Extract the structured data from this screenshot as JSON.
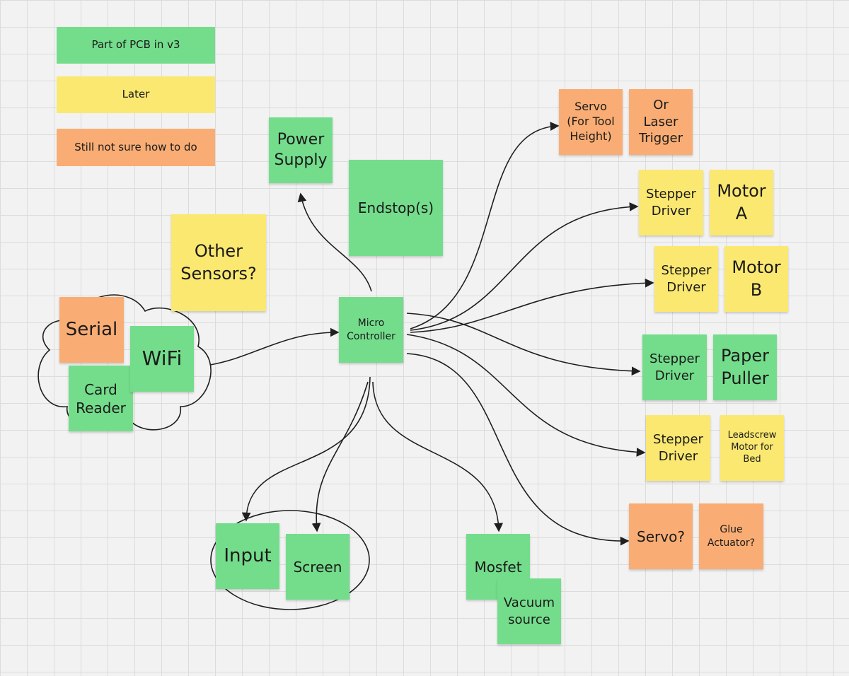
{
  "colors": {
    "green": "#74dd8c",
    "yellow": "#fbe871",
    "orange": "#f9ad74",
    "line": "#1f1f1f"
  },
  "legend": {
    "green": "Part of PCB in v3",
    "yellow": "Later",
    "orange": "Still not sure how to do"
  },
  "notes": {
    "power_supply": "Power\nSupply",
    "endstops": "Endstop(s)",
    "other_sensors": "Other\nSensors?",
    "micro_controller": "Micro\nController",
    "serial": "Serial",
    "wifi": "WiFi",
    "card_reader": "Card\nReader",
    "servo_tool_height": "Servo\n(For Tool\nHeight)",
    "laser_trigger": "Or\nLaser\nTrigger",
    "stepper_driver_a": "Stepper\nDriver",
    "motor_a": "Motor\nA",
    "stepper_driver_b": "Stepper\nDriver",
    "motor_b": "Motor\nB",
    "stepper_driver_paper": "Stepper\nDriver",
    "paper_puller": "Paper\nPuller",
    "stepper_driver_bed": "Stepper\nDriver",
    "leadscrew_motor": "Leadscrew\nMotor for\nBed",
    "servo": "Servo?",
    "glue_actuator": "Glue\nActuator?",
    "input": "Input",
    "screen": "Screen",
    "mosfet": "Mosfet",
    "vacuum_source": "Vacuum\nsource"
  }
}
